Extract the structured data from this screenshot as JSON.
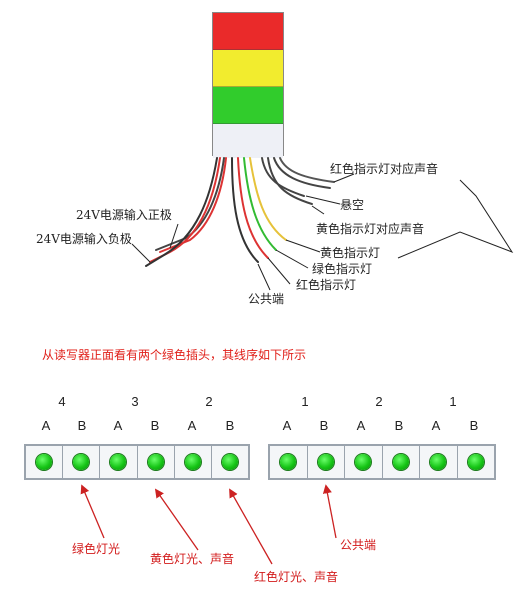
{
  "tower": {
    "segments": [
      {
        "name": "red",
        "color": "#ea2a2a"
      },
      {
        "name": "yellow",
        "color": "#f2ec2e"
      },
      {
        "name": "green",
        "color": "#31cc2c"
      },
      {
        "name": "white",
        "color": "#eef0f6"
      }
    ]
  },
  "labels": {
    "red_sound": "红色指示灯对应声音",
    "floating": "悬空",
    "yellow_sound": "黄色指示灯对应声音",
    "pos_24v": "24V电源输入正极",
    "neg_24v": "24V电源输入负极",
    "yellow_light": "黄色指示灯",
    "green_light": "绿色指示灯",
    "red_light": "红色指示灯",
    "common": "公共端"
  },
  "note": "从读写器正面看有两个绿色插头，其线序如下所示",
  "left_connector": {
    "groups": [
      "4",
      "3",
      "2"
    ],
    "pins": [
      "A",
      "B",
      "A",
      "B",
      "A",
      "B"
    ]
  },
  "right_connector": {
    "groups": [
      "1",
      "2",
      "1"
    ],
    "pins": [
      "A",
      "B",
      "A",
      "B",
      "A",
      "B"
    ]
  },
  "annotations": {
    "green_light": "绿色灯光",
    "yellow_light_sound": "黄色灯光、声音",
    "red_light_sound": "红色灯光、声音",
    "common": "公共端"
  },
  "colors": {
    "led": "#16c516",
    "arrow": "#cc2222",
    "note": "#e0201a"
  }
}
